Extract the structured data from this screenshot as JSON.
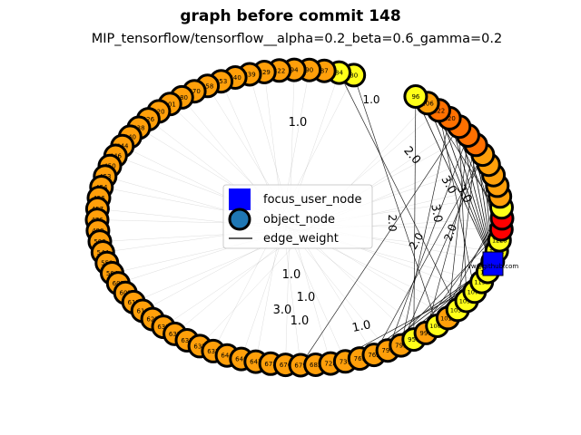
{
  "title": "graph before commit 148",
  "subtitle": "MIP_tensorflow/tensorflow__alpha=0.2_beta=0.6_gamma=0.2",
  "legend": {
    "items": [
      {
        "label": "focus_user_node",
        "marker": "square",
        "color": "#0000ff"
      },
      {
        "label": "object_node",
        "marker": "circle",
        "color": "#1f77b4"
      },
      {
        "label": "edge_weight",
        "marker": "line",
        "color": "#000000"
      }
    ]
  },
  "colors": {
    "orange": "#ff9f0a",
    "yellow": "#ffff19",
    "dark_orange": "#ff7000",
    "red": "#ff0000",
    "focus": "#0000ff"
  },
  "focus_node": {
    "label": "vw@github.com",
    "color": "#0000ff"
  },
  "nodes": [
    {
      "label": "80",
      "color": "#ffff19"
    },
    {
      "label": "84",
      "color": "#ffff19"
    },
    {
      "label": "87",
      "color": "#ff9f0a"
    },
    {
      "label": "90",
      "color": "#ff9f0a"
    },
    {
      "label": "94",
      "color": "#ff9f0a"
    },
    {
      "label": "322",
      "color": "#ff9f0a"
    },
    {
      "label": "329",
      "color": "#ff9f0a"
    },
    {
      "label": "339",
      "color": "#ff9f0a"
    },
    {
      "label": "340",
      "color": "#ff9f0a"
    },
    {
      "label": "353",
      "color": "#ff9f0a"
    },
    {
      "label": "358",
      "color": "#ff9f0a"
    },
    {
      "label": "370",
      "color": "#ff9f0a"
    },
    {
      "label": "380",
      "color": "#ff9f0a"
    },
    {
      "label": "401",
      "color": "#ff9f0a"
    },
    {
      "label": "420",
      "color": "#ff9f0a"
    },
    {
      "label": "426",
      "color": "#ff9f0a"
    },
    {
      "label": "438",
      "color": "#ff9f0a"
    },
    {
      "label": "440",
      "color": "#ff9f0a"
    },
    {
      "label": "444",
      "color": "#ff9f0a"
    },
    {
      "label": "446",
      "color": "#ff9f0a"
    },
    {
      "label": "450",
      "color": "#ff9f0a"
    },
    {
      "label": "453",
      "color": "#ff9f0a"
    },
    {
      "label": "454",
      "color": "#ff9f0a"
    },
    {
      "label": "456",
      "color": "#ff9f0a"
    },
    {
      "label": "457",
      "color": "#ff9f0a"
    },
    {
      "label": "476",
      "color": "#ff9f0a"
    },
    {
      "label": "499",
      "color": "#ff9f0a"
    },
    {
      "label": "503",
      "color": "#ff9f0a"
    },
    {
      "label": "544",
      "color": "#ff9f0a"
    },
    {
      "label": "550",
      "color": "#ff9f0a"
    },
    {
      "label": "564",
      "color": "#ff9f0a"
    },
    {
      "label": "602",
      "color": "#ff9f0a"
    },
    {
      "label": "603",
      "color": "#ff9f0a"
    },
    {
      "label": "615",
      "color": "#ff9f0a"
    },
    {
      "label": "616",
      "color": "#ff9f0a"
    },
    {
      "label": "623",
      "color": "#ff9f0a"
    },
    {
      "label": "631",
      "color": "#ff9f0a"
    },
    {
      "label": "632",
      "color": "#ff9f0a"
    },
    {
      "label": "633",
      "color": "#ff9f0a"
    },
    {
      "label": "635",
      "color": "#ff9f0a"
    },
    {
      "label": "637",
      "color": "#ff9f0a"
    },
    {
      "label": "644",
      "color": "#ff9f0a"
    },
    {
      "label": "646",
      "color": "#ff9f0a"
    },
    {
      "label": "647",
      "color": "#ff9f0a"
    },
    {
      "label": "672",
      "color": "#ff9f0a"
    },
    {
      "label": "676",
      "color": "#ff9f0a"
    },
    {
      "label": "679",
      "color": "#ff9f0a"
    },
    {
      "label": "683",
      "color": "#ff9f0a"
    },
    {
      "label": "728",
      "color": "#ff9f0a"
    },
    {
      "label": "731",
      "color": "#ff9f0a"
    },
    {
      "label": "761",
      "color": "#ff9f0a"
    },
    {
      "label": "762",
      "color": "#ff9f0a"
    },
    {
      "label": "790",
      "color": "#ff9f0a"
    },
    {
      "label": "793",
      "color": "#ff9f0a"
    },
    {
      "label": "958",
      "color": "#ffff19"
    },
    {
      "label": "999",
      "color": "#ff9f0a"
    },
    {
      "label": "1000",
      "color": "#ffff19"
    },
    {
      "label": "1015",
      "color": "#ff9f0a"
    },
    {
      "label": "1032",
      "color": "#ffff19"
    },
    {
      "label": "1033",
      "color": "#ffff19"
    },
    {
      "label": "1078",
      "color": "#ffff19"
    },
    {
      "label": "1132",
      "color": "#ffff19"
    },
    {
      "label": "1147",
      "color": "#ffff19"
    },
    {
      "label": "1163",
      "color": "#ffff19"
    },
    {
      "label": "1202",
      "color": "#ffff19"
    },
    {
      "label": "1228",
      "color": "#ffff19"
    },
    {
      "label": "",
      "color": "#ff0000"
    },
    {
      "label": "",
      "color": "#ff0000"
    },
    {
      "label": "",
      "color": "#ffff19"
    },
    {
      "label": "",
      "color": "#ff9f0a"
    },
    {
      "label": "",
      "color": "#ff9f0a"
    },
    {
      "label": "",
      "color": "#ff9f0a"
    },
    {
      "label": "",
      "color": "#ff9f0a"
    },
    {
      "label": "",
      "color": "#ff9f0a"
    },
    {
      "label": "",
      "color": "#ff7000"
    },
    {
      "label": "",
      "color": "#ff7000"
    },
    {
      "label": "",
      "color": "#ff7000"
    },
    {
      "label": "120",
      "color": "#ff7000"
    },
    {
      "label": "122",
      "color": "#ff7000"
    },
    {
      "label": "106",
      "color": "#ff9f0a"
    },
    {
      "label": "96",
      "color": "#ffff19"
    }
  ],
  "edge_labels": [
    "1.0",
    "1.0",
    "1.0",
    "1.0",
    "1.0",
    "1.0",
    "3.0",
    "3.0",
    "3.0",
    "3.0",
    "2.0",
    "2.0",
    "2.0",
    "2.0"
  ]
}
